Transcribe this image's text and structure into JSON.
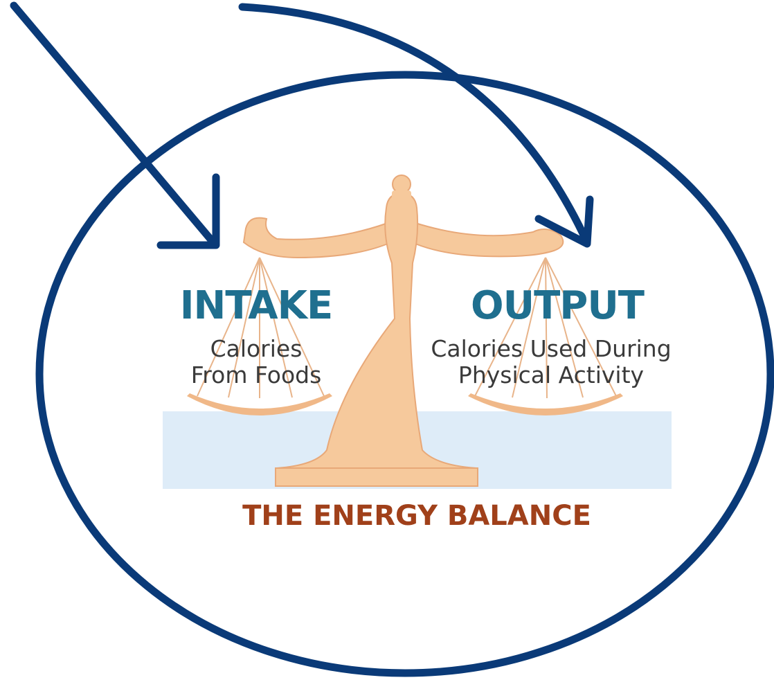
{
  "colors": {
    "annotation_blue": "#0a3a78",
    "heading_blue": "#1f6f8f",
    "scale_peach": "#f6c99c",
    "scale_shadow": "#e8a878",
    "band_blue": "#deecf8",
    "title_brown": "#a0401a"
  },
  "diagram": {
    "left_pan": {
      "heading": "INTAKE",
      "line1": "Calories",
      "line2": "From Foods"
    },
    "right_pan": {
      "heading": "OUTPUT",
      "line1": "Calories Used During",
      "line2": "Physical Activity"
    },
    "title": "THE ENERGY BALANCE"
  },
  "annotations": {
    "shapes": [
      "circle",
      "arrow",
      "arrow"
    ]
  }
}
